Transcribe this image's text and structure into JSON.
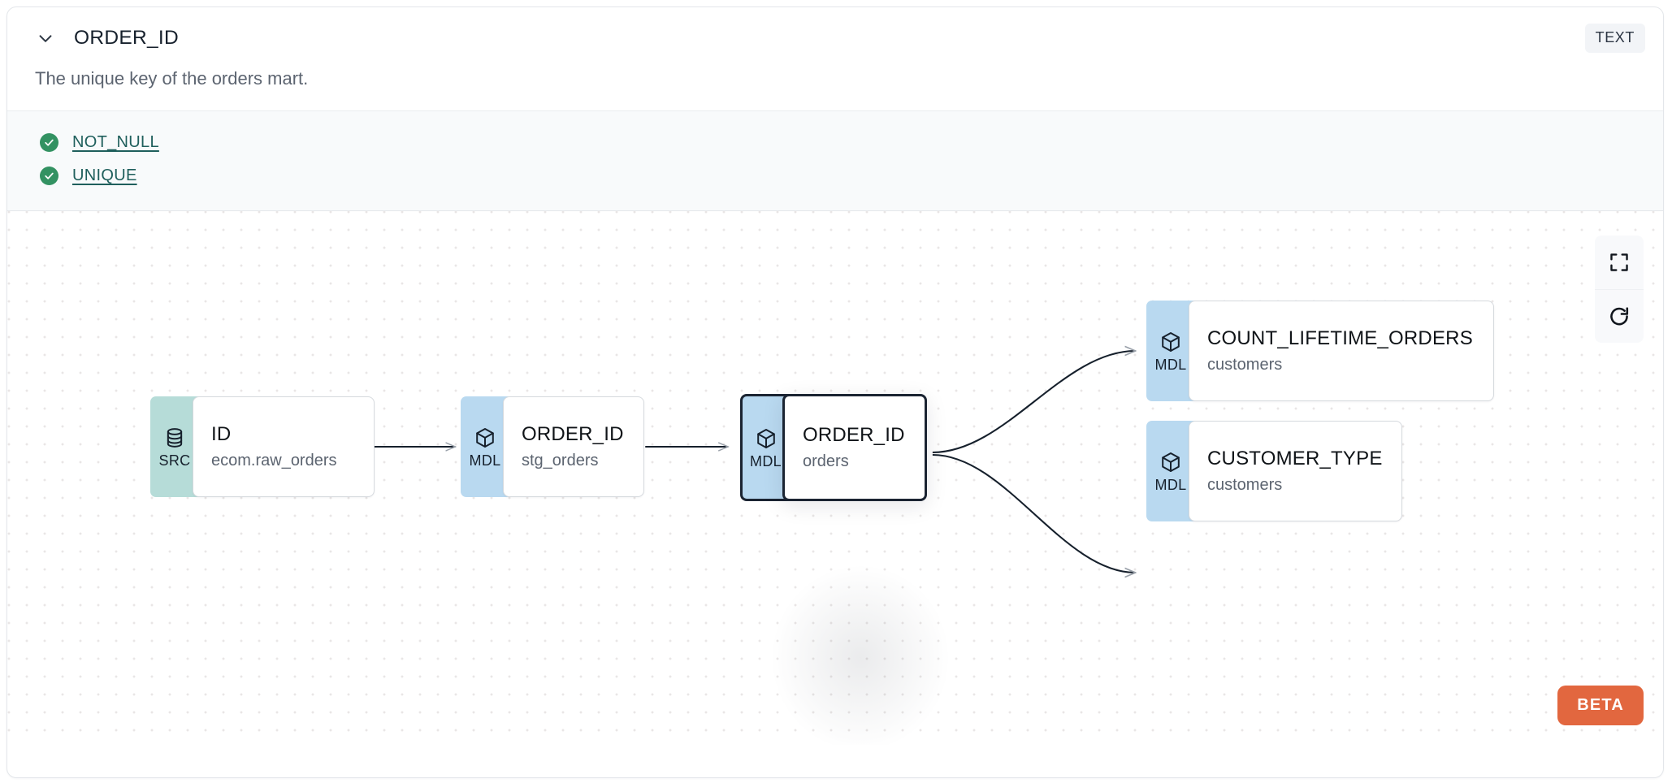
{
  "header": {
    "column_name": "ORDER_ID",
    "type_badge": "TEXT",
    "chevron_icon": "chevron-down-icon",
    "description": "The unique key of the orders mart."
  },
  "tests": [
    {
      "label": "NOT_NULL",
      "status": "passed",
      "icon": "check-circle-icon"
    },
    {
      "label": "UNIQUE",
      "status": "passed",
      "icon": "check-circle-icon"
    }
  ],
  "graph": {
    "controls": [
      {
        "name": "fit-view-button",
        "icon": "fullscreen-icon"
      },
      {
        "name": "refresh-button",
        "icon": "refresh-icon"
      }
    ],
    "beta_label": "BETA",
    "nodes": [
      {
        "id": "src-id",
        "kind": "SRC",
        "kind_icon": "database-icon",
        "name": "ID",
        "model": "ecom.raw_orders",
        "selected": false
      },
      {
        "id": "mdl-stg-order-id",
        "kind": "MDL",
        "kind_icon": "cube-icon",
        "name": "ORDER_ID",
        "model": "stg_orders",
        "selected": false
      },
      {
        "id": "mdl-orders-order-id",
        "kind": "MDL",
        "kind_icon": "cube-icon",
        "name": "ORDER_ID",
        "model": "orders",
        "selected": true
      },
      {
        "id": "mdl-count-lifetime-orders",
        "kind": "MDL",
        "kind_icon": "cube-icon",
        "name": "COUNT_LIFETIME_ORDERS",
        "model": "customers",
        "selected": false
      },
      {
        "id": "mdl-customer-type",
        "kind": "MDL",
        "kind_icon": "cube-icon",
        "name": "CUSTOMER_TYPE",
        "model": "customers",
        "selected": false
      }
    ],
    "edges": [
      {
        "from": "src-id",
        "to": "mdl-stg-order-id"
      },
      {
        "from": "mdl-stg-order-id",
        "to": "mdl-orders-order-id"
      },
      {
        "from": "mdl-orders-order-id",
        "to": "mdl-count-lifetime-orders"
      },
      {
        "from": "mdl-orders-order-id",
        "to": "mdl-customer-type"
      }
    ]
  },
  "colors": {
    "src_badge": "#b6dcd8",
    "mdl_badge": "#b9d9f0",
    "test_pass": "#339262",
    "test_link": "#1f5f5c",
    "beta": "#e2673f",
    "selected_border": "#1b2432"
  }
}
